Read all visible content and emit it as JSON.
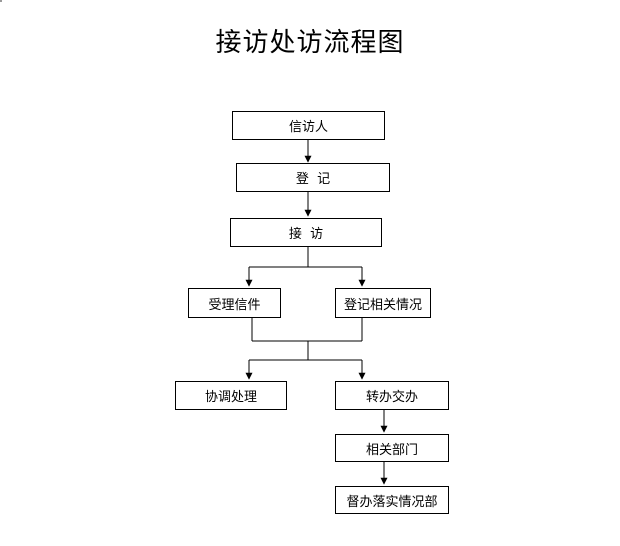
{
  "title": "接访处访流程图",
  "nodes": {
    "petitioner": "信访人",
    "register": "登  记",
    "receive": "接  访",
    "accept_letters": "受理信件",
    "register_situation": "登记相关情况",
    "coordinate": "协调处理",
    "transfer": "转办交办",
    "related_dept": "相关部门",
    "supervise": "督办落实情况部"
  }
}
